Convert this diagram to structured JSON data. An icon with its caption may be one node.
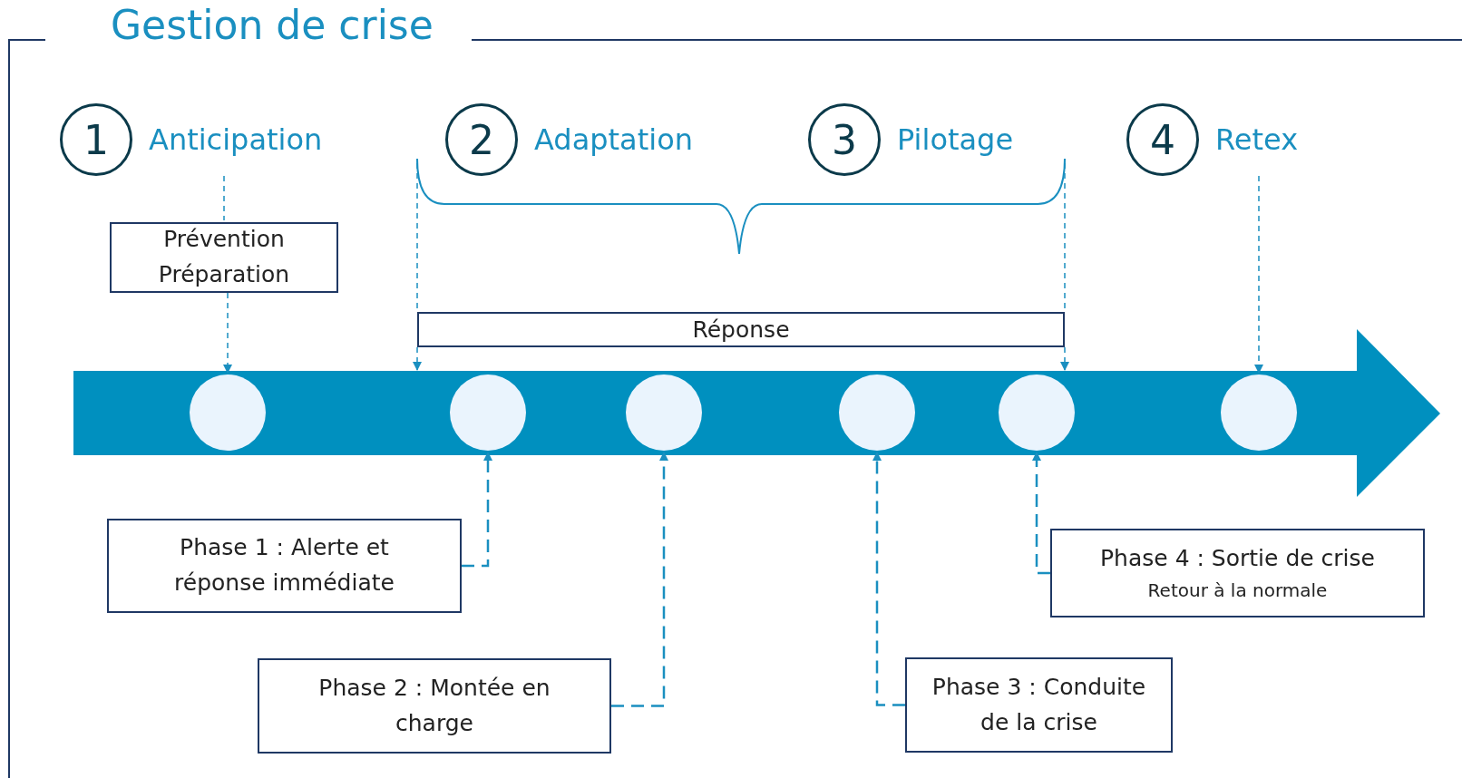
{
  "diagram": {
    "title": "Gestion de crise",
    "nodes": [
      {
        "text": [
          "1"
        ],
        "beside": [
          "Anticipation"
        ]
      },
      {
        "text": [
          "2"
        ],
        "beside": [
          "Adaptation"
        ]
      },
      {
        "text": [
          "3"
        ],
        "beside": [
          "Pilotage"
        ]
      },
      {
        "text": [
          "4"
        ],
        "beside": [
          "Retex"
        ]
      },
      {
        "text": [
          "Prévention Préparation"
        ]
      },
      {
        "text": [
          "Réponse"
        ]
      },
      {
        "text": [],
        "shape": "arrow"
      },
      {
        "text": [],
        "shape": "circle",
        "in": 6
      },
      {
        "text": [],
        "shape": "circle",
        "in": 6
      },
      {
        "text": [],
        "shape": "circle",
        "in": 6
      },
      {
        "text": [],
        "shape": "circle",
        "in": 6
      },
      {
        "text": [],
        "shape": "circle",
        "in": 6
      },
      {
        "text": [],
        "shape": "circle",
        "in": 6
      },
      {
        "text": [
          "Phase 1 : Alerte et réponse immédiate"
        ]
      },
      {
        "text": [
          "Phase 2 : Montée en charge"
        ]
      },
      {
        "text": [
          "Phase 3 : Conduite de la crise"
        ]
      },
      {
        "text": [
          "Phase 4 : Sortie de crise",
          "Retour à la normale"
        ]
      }
    ],
    "edges": [
      {
        "from": 0,
        "to": 4,
        "arrow": "none",
        "style": "dashed"
      },
      {
        "from": 4,
        "to": 7,
        "arrow": "to",
        "style": "dashed"
      },
      {
        "from": 5,
        "to": 6,
        "arrow": "to",
        "style": "dashed"
      },
      {
        "from": 5,
        "to": 6,
        "arrow": "to",
        "style": "dashed"
      },
      {
        "from": 3,
        "to": 12,
        "arrow": "to",
        "style": "dashed"
      },
      {
        "from": 13,
        "to": 8,
        "arrow": "to",
        "style": "dashed"
      },
      {
        "from": 14,
        "to": 9,
        "arrow": "to",
        "style": "dashed"
      },
      {
        "from": 15,
        "to": 10,
        "arrow": "to",
        "style": "dashed"
      },
      {
        "from": 16,
        "to": 11,
        "arrow": "to",
        "style": "dashed"
      }
    ]
  }
}
